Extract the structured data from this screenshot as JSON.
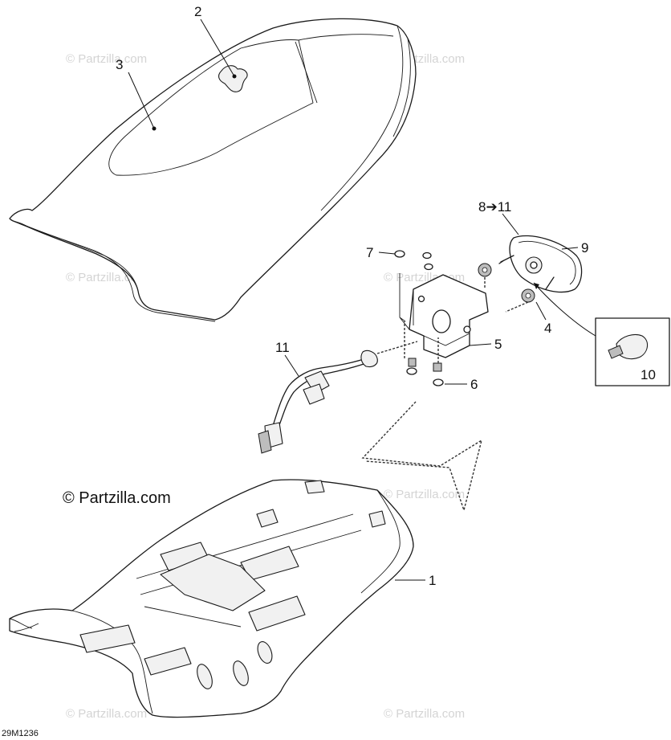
{
  "diagram": {
    "callouts": {
      "c1": "1",
      "c2": "2",
      "c3": "3",
      "c4": "4",
      "c5": "5",
      "c6": "6",
      "c7": "7",
      "c8_11": "8➔11",
      "c9": "9",
      "c10": "10",
      "c11": "11"
    },
    "copyright_label": "© Partzilla.com",
    "watermark_text": "© Partzilla.com",
    "drawing_ref": "29M1236"
  }
}
